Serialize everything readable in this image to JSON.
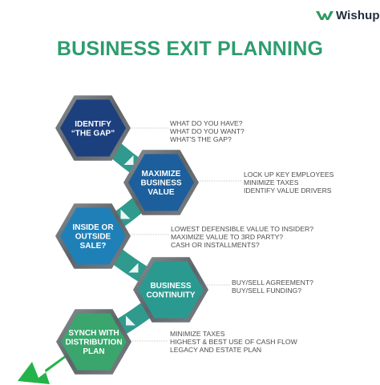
{
  "brand": {
    "name": "Wishup",
    "logo_icon": "wishup-w-icon",
    "logo_color": "#2f9a62"
  },
  "title": "BUSINESS EXIT PLANNING",
  "colors": {
    "title": "#2e9c6e",
    "arrow": "#2f9a8d",
    "arrow_head": "#24b34a",
    "step_fills": [
      "#1c3f7e",
      "#1d5f9c",
      "#1f80b8",
      "#2a9a90",
      "#3aa56c"
    ],
    "ring": "#6f7479"
  },
  "steps": [
    {
      "label": [
        "IDENTIFY",
        "“THE GAP”"
      ],
      "notes": [
        "WHAT DO YOU HAVE?",
        "WHAT DO YOU WANT?",
        "WHAT'S THE GAP?"
      ]
    },
    {
      "label": [
        "MAXIMIZE",
        "BUSINESS",
        "VALUE"
      ],
      "notes": [
        "LOCK UP KEY EMPLOYEES",
        "MINIMIZE TAXES",
        "IDENTIFY VALUE DRIVERS"
      ]
    },
    {
      "label": [
        "INSIDE OR",
        "OUTSIDE",
        "SALE?"
      ],
      "notes": [
        "LOWEST DEFENSIBLE VALUE TO INSIDER?",
        "MAXIMIZE VALUE TO 3RD PARTY?",
        "CASH OR INSTALLMENTS?"
      ]
    },
    {
      "label": [
        "BUSINESS",
        "CONTINUITY"
      ],
      "notes": [
        "BUY/SELL AGREEMENT?",
        "BUY/SELL FUNDING?"
      ]
    },
    {
      "label": [
        "SYNCH WITH",
        "DISTRIBUTION",
        "PLAN"
      ],
      "notes": [
        "MINIMIZE TAXES",
        "HIGHEST & BEST USE OF CASH FLOW",
        "LEGACY AND ESTATE PLAN"
      ]
    }
  ]
}
